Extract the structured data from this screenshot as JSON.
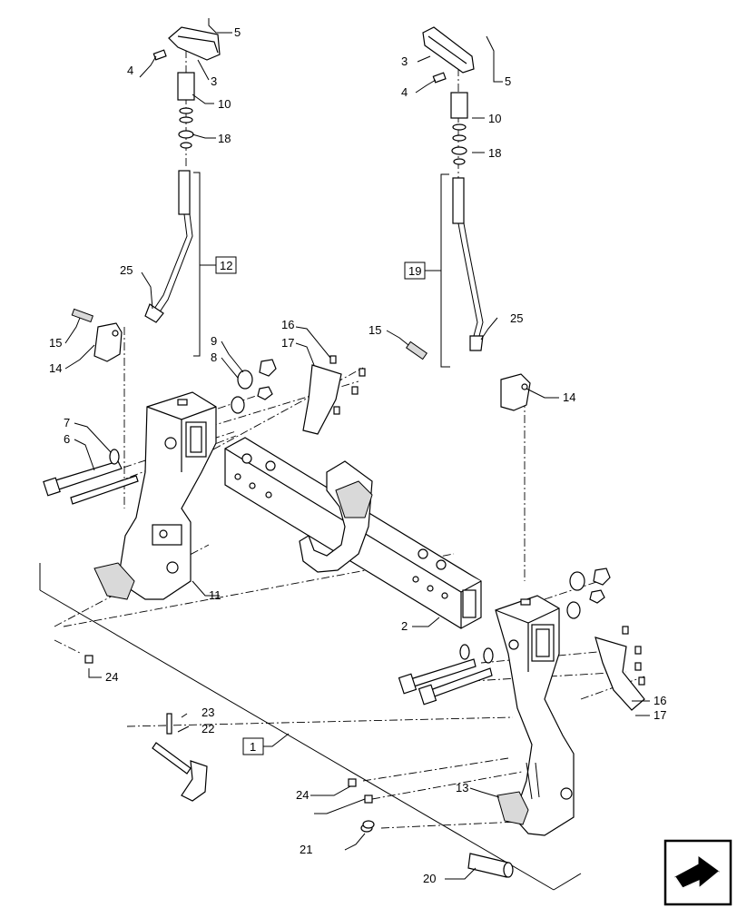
{
  "callouts": {
    "c1": "1",
    "c2": "2",
    "c3a": "3",
    "c3b": "3",
    "c4a": "4",
    "c4b": "4",
    "c5a": "5",
    "c5b": "5",
    "c6": "6",
    "c7": "7",
    "c8": "8",
    "c9": "9",
    "c10a": "10",
    "c10b": "10",
    "c11": "11",
    "c12": "12",
    "c13": "13",
    "c14a": "14",
    "c14b": "14",
    "c15a": "15",
    "c15b": "15",
    "c16a": "16",
    "c16b": "16",
    "c17a": "17",
    "c17b": "17",
    "c18a": "18",
    "c18b": "18",
    "c19": "19",
    "c20": "20",
    "c21": "21",
    "c22": "22",
    "c23": "23",
    "c24a": "24",
    "c24b": "24",
    "c25a": "25",
    "c25b": "25"
  },
  "nav_icon": "next-page-arrow-icon"
}
